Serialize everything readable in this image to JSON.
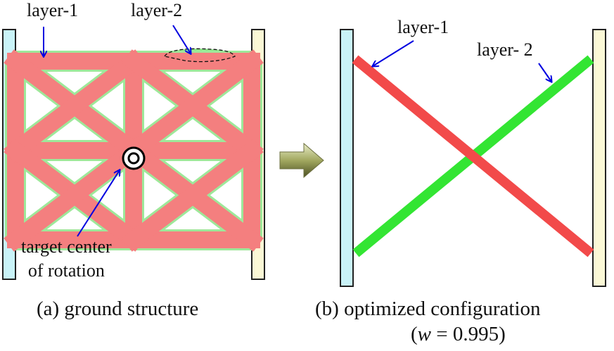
{
  "panel_a": {
    "caption": "(a) ground structure",
    "label_layer1": "layer-1",
    "label_layer2": "layer-2",
    "target_line1": "target center",
    "target_line2": "of rotation"
  },
  "panel_b": {
    "caption": "(b) optimized configuration",
    "param_open": "(",
    "param_symbol": "w",
    "param_rest": " = 0.995)",
    "label_layer1": "layer-1",
    "label_layer2": "layer- 2"
  },
  "colors": {
    "wall_left": "#c9f3f8",
    "wall_right": "#fbf8d6",
    "layer1": "#f47f7f",
    "layer1_strong": "#f24a4a",
    "layer2": "#8ee88a",
    "layer2_strong": "#33e533",
    "annotation_arrow": "#0000e0",
    "process_arrow": "#9aa05a"
  }
}
